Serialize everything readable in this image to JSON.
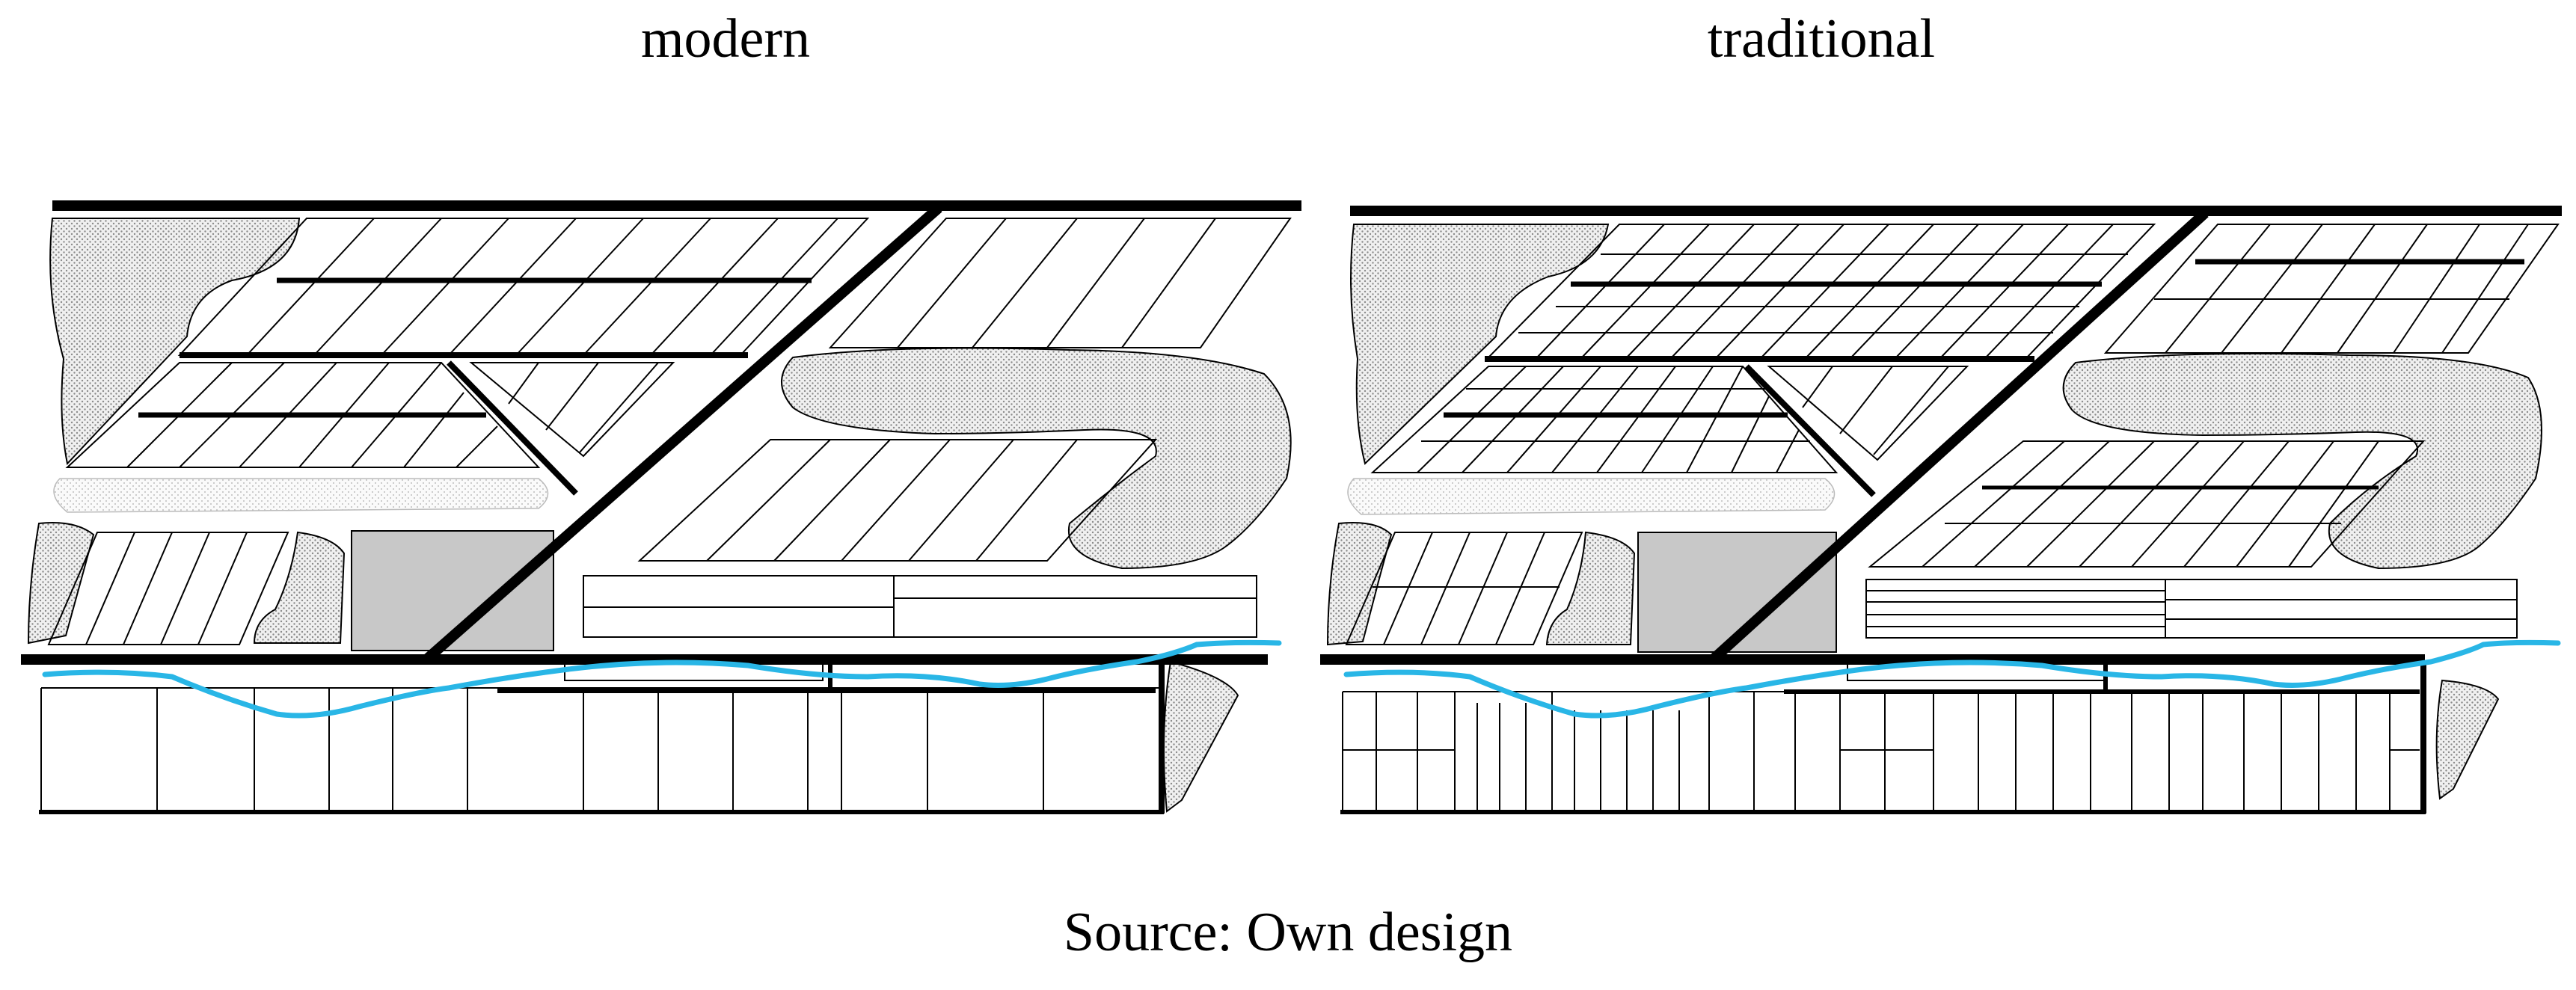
{
  "titles": {
    "left": "modern",
    "right": "traditional"
  },
  "caption": "Source: Own design",
  "colors": {
    "line": "#000000",
    "river": "#29b6e6",
    "wetland_fill": "#e2e2e2",
    "building_fill": "#c8c8c8"
  }
}
